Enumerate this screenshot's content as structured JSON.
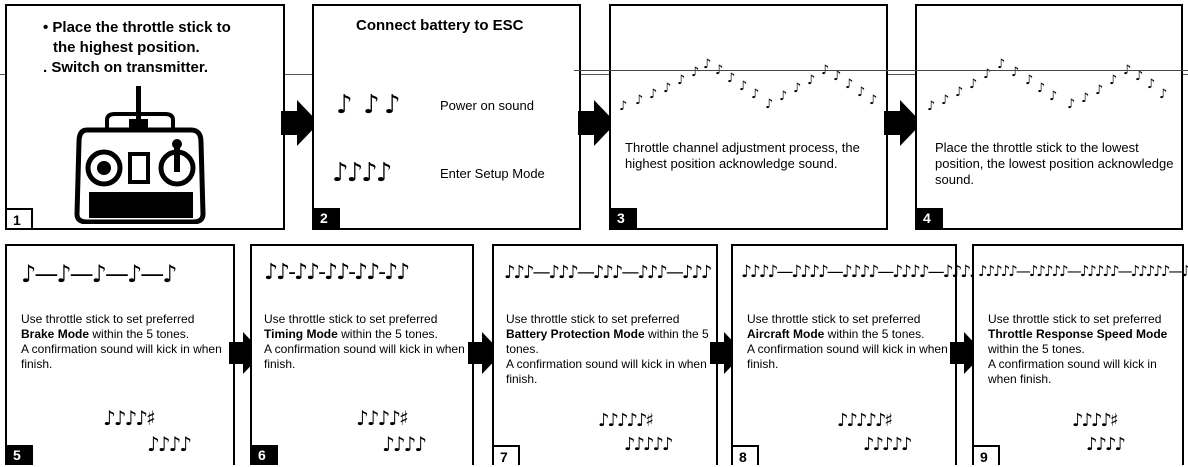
{
  "panels": [
    {
      "num": "1",
      "lines": [
        "Place the throttle stick to",
        "the highest position.",
        "Switch on transmitter."
      ]
    },
    {
      "num": "2",
      "title": "Connect battery to ESC",
      "power_on": "Power on sound",
      "setup": "Enter Setup Mode"
    },
    {
      "num": "3",
      "text": "Throttle channel adjustment process, the highest position acknowledge sound."
    },
    {
      "num": "4",
      "text": "Place the throttle stick to the lowest position, the lowest position acknowledge sound."
    },
    {
      "num": "5",
      "pre": "Use throttle stick to set preferred",
      "mode": "Brake Mode",
      "post": " within the 5 tones.",
      "rest": "A confirmation sound will kick in when finish."
    },
    {
      "num": "6",
      "pre": "Use throttle stick to set preferred",
      "mode": "Timing Mode",
      "post": " within the 5 tones.",
      "rest": "A confirmation sound will kick in when finish."
    },
    {
      "num": "7",
      "pre": "Use throttle stick to set preferred",
      "mode": "Battery Protection Mode",
      "post": " within the 5 tones.",
      "rest": "A confirmation sound will kick in when finish."
    },
    {
      "num": "8",
      "pre": "Use throttle stick to set preferred",
      "mode": "Aircraft Mode",
      "post": " within the 5 tones.",
      "rest": "A confirmation sound will kick in when finish."
    },
    {
      "num": "9",
      "pre": "Use throttle stick to set preferred",
      "mode": "Throttle Response Speed Mode",
      "post": " within the 5 tones.",
      "rest": "A confirmation sound will kick in when finish."
    }
  ],
  "icons": {
    "arrow": "right-arrow-icon",
    "note": "music-note-icon",
    "transmitter": "transmitter-icon"
  }
}
